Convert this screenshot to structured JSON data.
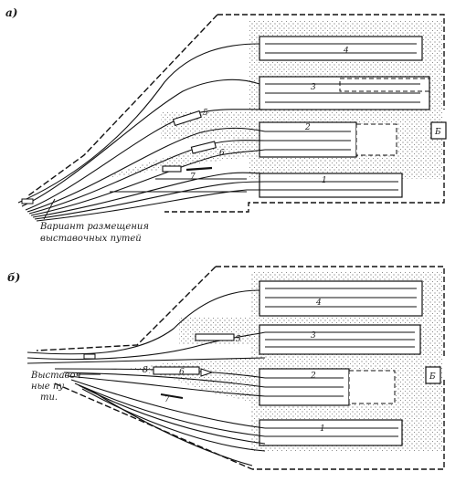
{
  "diagram_a": {
    "panel_label": "а)",
    "variant_caption_line1": "Вариант размещения",
    "variant_caption_line2": "выставочных путей",
    "labels": {
      "n1": "1",
      "n2": "2",
      "n3": "3",
      "n4": "4",
      "n5": "5",
      "n6": "6",
      "n7": "7",
      "nB": "Б"
    }
  },
  "diagram_b": {
    "panel_label": "б)",
    "exhibition_caption_line1": "Выставоч",
    "exhibition_caption_line2": "ные пу",
    "exhibition_caption_line3": "ти.",
    "labels": {
      "n1": "1",
      "n2": "2",
      "n3": "3",
      "n4": "4",
      "n5": "5",
      "n6": "6",
      "n7": "7",
      "n8": "8",
      "nB": "Б"
    }
  }
}
